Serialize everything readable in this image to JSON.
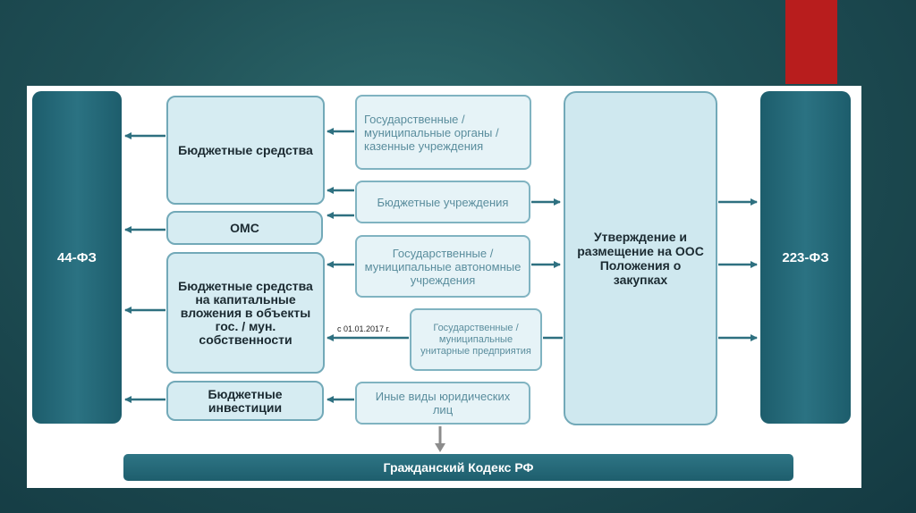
{
  "diagram": {
    "left_law": "44-ФЗ",
    "right_law": "223-ФЗ",
    "middle_boxes": [
      "Бюджетные средства",
      "ОМС",
      "Бюджетные средства на капитальные вложения в объекты гос. / мун. собственности",
      "Бюджетные инвестиции"
    ],
    "source_boxes": [
      "Государственные / муниципальные органы / казенные учреждения",
      "Бюджетные учреждения",
      "Государственные / муниципальные автономные учреждения",
      "Государственные / муниципальные унитарные предприятия",
      "Иные виды юридических лиц"
    ],
    "center_box": "Утверждение и размещение на ООС Положения о закупках",
    "date_note": "с 01.01.2017 г.",
    "bottom_bar": "Гражданский Кодекс РФ"
  },
  "colors": {
    "accent": "#b81d1d",
    "dark_teal": "#1d5d6c",
    "box_fill": "#d6ecf2",
    "arrow": "#2e7080"
  }
}
